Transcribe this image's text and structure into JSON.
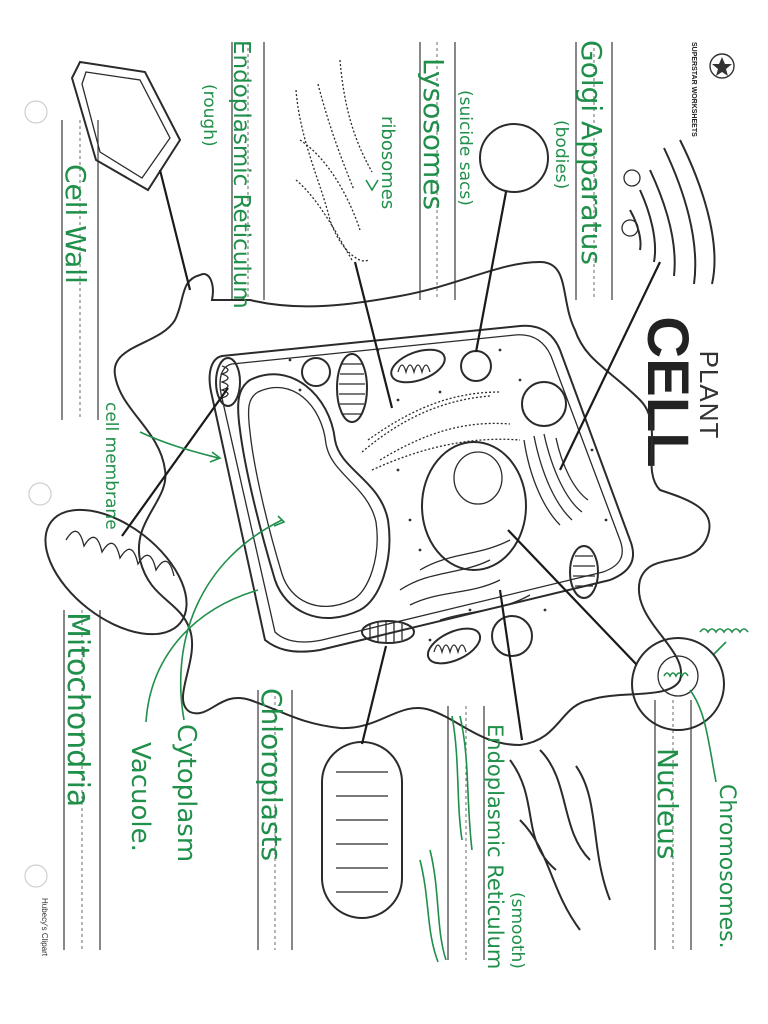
{
  "worksheet": {
    "title_top": "PLANT",
    "title_main": "CELL",
    "publisher_logo_text": "SUPERSTAR WORKSHEETS",
    "footer_text": "Hubecy's Clipart"
  },
  "labels": {
    "golgi": "Golgi Apparatus",
    "golgi_note": "(bodies)",
    "lysosomes": "Lysosomes",
    "lysosomes_note": "(suicide sacs)",
    "ribosomes": "ribosomes",
    "er_rough": "Endoplasmic Reticulum",
    "er_rough_note": "(rough)",
    "cell_wall": "Cell Wall",
    "cell_membrane": "cell membrane",
    "mitochondria": "Mitochondria",
    "cytoplasm": "Cytoplasm",
    "vacuole": "Vacuole.",
    "chloroplasts": "Chloroplasts",
    "er_smooth": "Endoplasmic Reticulum",
    "er_smooth_note": "(smooth)",
    "nucleus": "Nucleus",
    "chromosomes": "Chromosomes."
  },
  "colors": {
    "pencil_green": "#1f8f4a",
    "outline": "#2b2b2b"
  }
}
